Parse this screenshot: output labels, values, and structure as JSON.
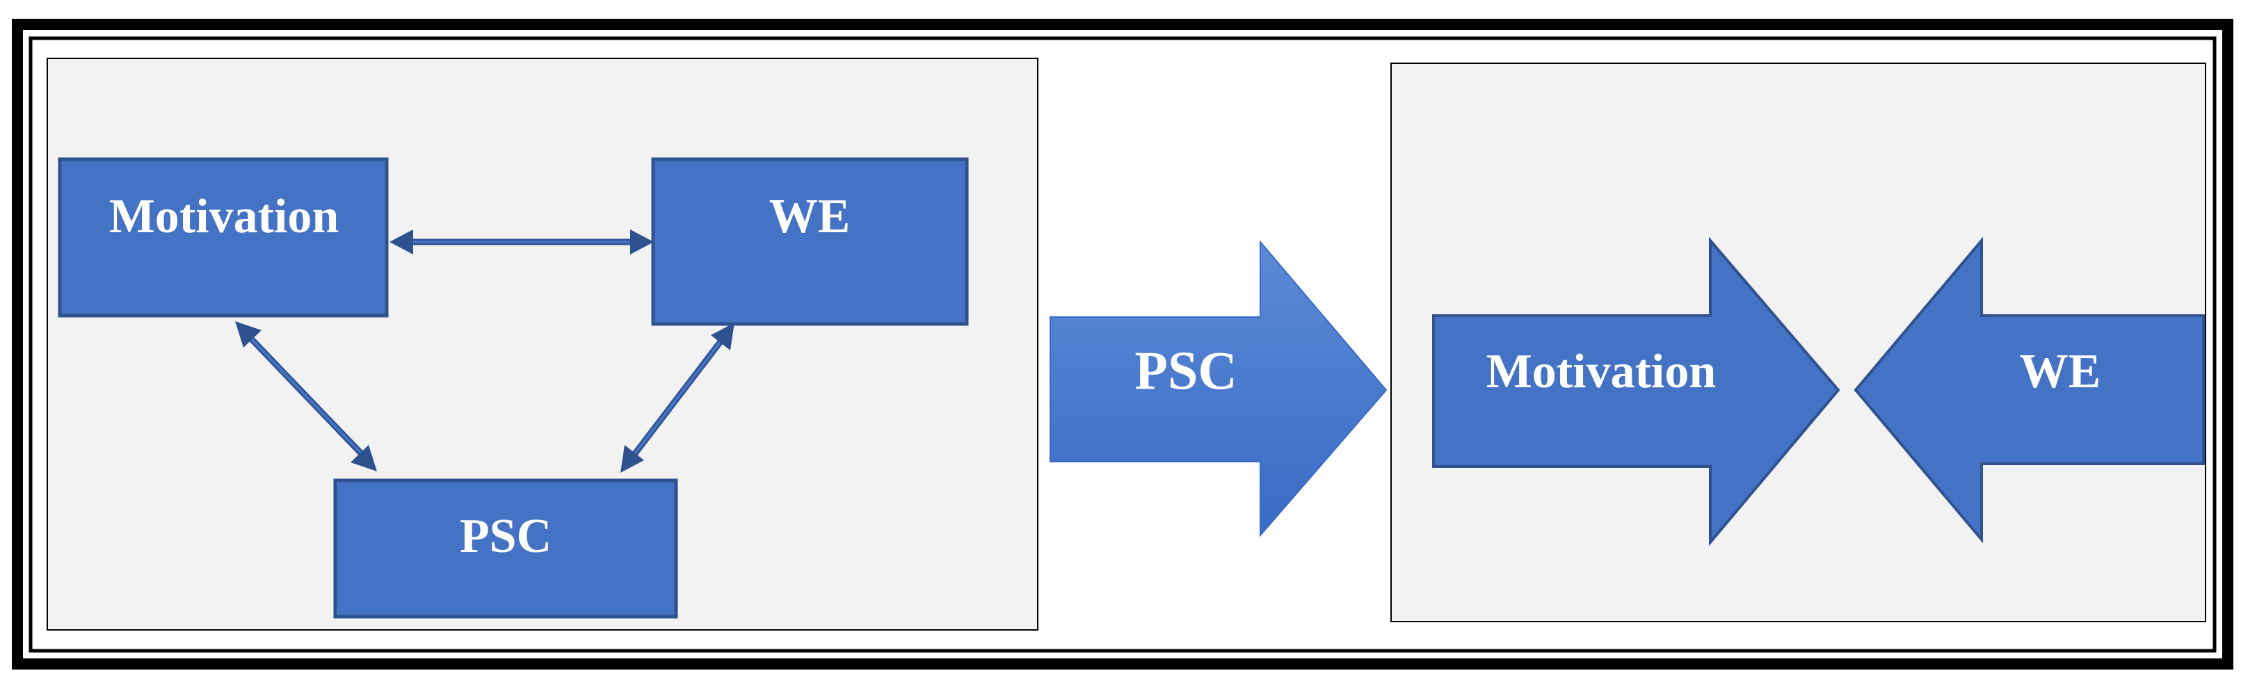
{
  "colors": {
    "box_fill": "#4472C4",
    "box_stroke": "#2F528F",
    "arrow_fill": "#4472C4",
    "panel_fill": "#F2F2F2",
    "text": "#FFFFFF",
    "frame": "#000000"
  },
  "left_panel": {
    "boxes": {
      "motivation": "Motivation",
      "we": "WE",
      "psc": "PSC"
    },
    "connectors": [
      {
        "from": "Motivation",
        "to": "WE",
        "type": "bidirectional"
      },
      {
        "from": "Motivation",
        "to": "PSC",
        "type": "bidirectional"
      },
      {
        "from": "WE",
        "to": "PSC",
        "type": "bidirectional"
      }
    ]
  },
  "middle_arrow": {
    "label": "PSC"
  },
  "right_panel": {
    "motivation_arrow_label": "Motivation",
    "we_arrow_label": "WE"
  }
}
